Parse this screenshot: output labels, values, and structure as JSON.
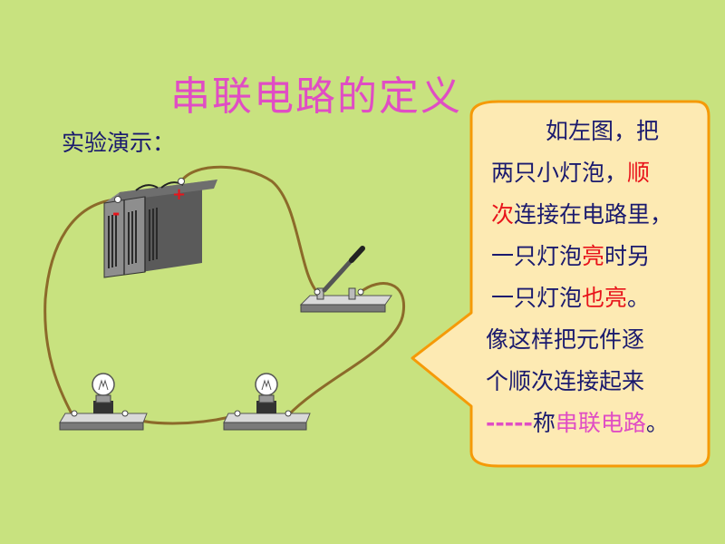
{
  "title": "串联电路的定义",
  "subtitle": "实验演示：",
  "battery": {
    "minus": "-",
    "plus": "+"
  },
  "callout": {
    "l1": "如左图，把",
    "l2a": "两只小灯泡，",
    "l2b": "顺",
    "l3a": "次",
    "l3b": "连接在电路里，",
    "l4a": "一只灯泡",
    "l4b": "亮",
    "l4c": "时另",
    "l5a": "一只灯泡",
    "l5b": "也亮",
    "l5c": "。",
    "l6": "像这样把元件逐",
    "l7": "个顺次连接起来",
    "l8a": "-----",
    "l8b": "称",
    "l8c": "串联电路",
    "l8d": "。"
  },
  "colors": {
    "background": "#c8e27f",
    "title": "#e04dc4",
    "text": "#1a1a6e",
    "emphasis": "#e8141b",
    "callout_fill": "#fdeab3",
    "callout_border": "#f59a08",
    "wire": "#8c6a2a"
  }
}
